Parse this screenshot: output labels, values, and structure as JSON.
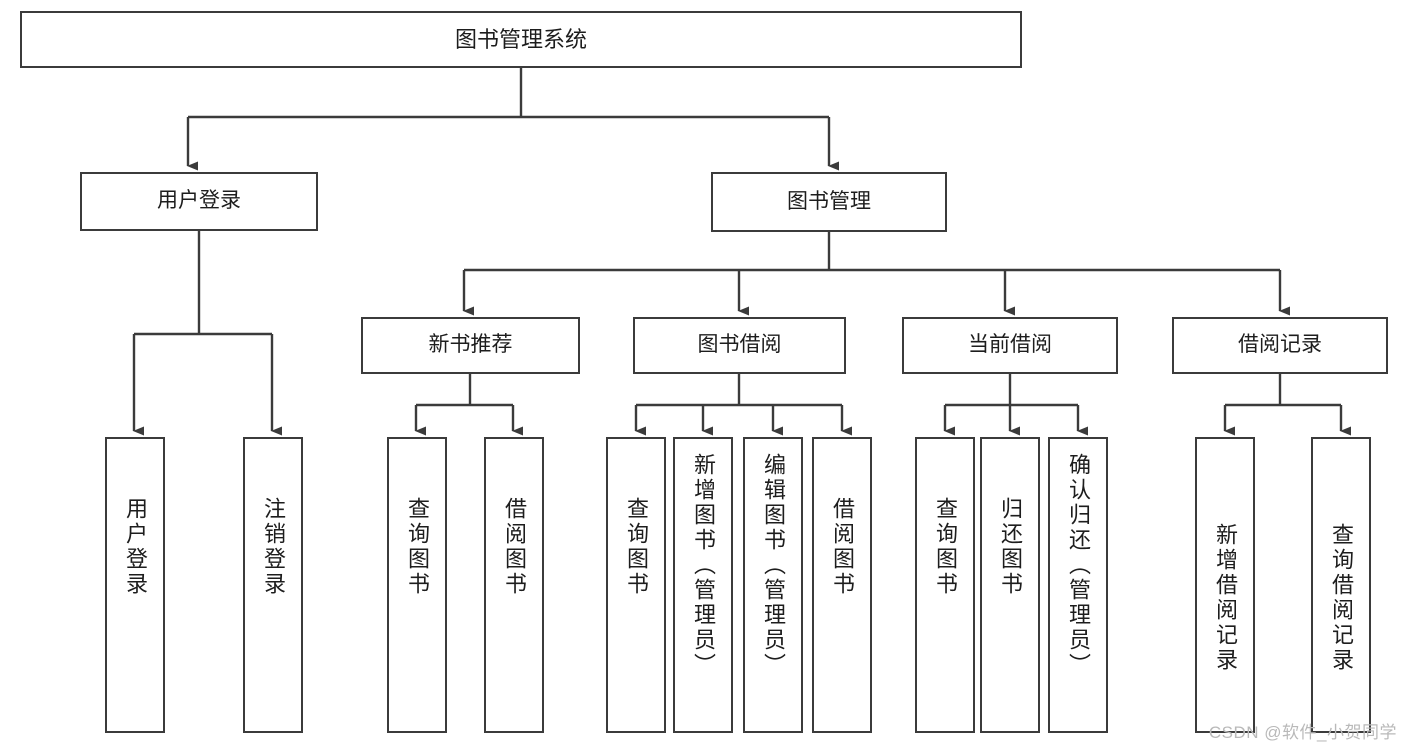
{
  "diagram": {
    "title": "图书管理系统",
    "type": "tree",
    "colors": {
      "background": "#ffffff",
      "node_fill": "#ffffff",
      "node_border": "#3b3b3b",
      "connector": "#3b3b3b",
      "text": "#1d1d1d",
      "watermark": "#b9b9b9"
    },
    "watermark": "CSDN @软件_小贺同学",
    "nodes": {
      "root": {
        "label": "图书管理系统",
        "orientation": "horizontal"
      },
      "level1": [
        {
          "label": "用户登录",
          "orientation": "horizontal"
        },
        {
          "label": "图书管理",
          "orientation": "horizontal"
        }
      ],
      "level2": [
        {
          "label": "新书推荐",
          "orientation": "horizontal",
          "parent": "图书管理"
        },
        {
          "label": "图书借阅",
          "orientation": "horizontal",
          "parent": "图书管理"
        },
        {
          "label": "当前借阅",
          "orientation": "horizontal",
          "parent": "图书管理"
        },
        {
          "label": "借阅记录",
          "orientation": "horizontal",
          "parent": "图书管理"
        }
      ],
      "leaves_user_login": [
        {
          "label": "用户登录",
          "orientation": "vertical"
        },
        {
          "label": "注销登录",
          "orientation": "vertical"
        }
      ],
      "leaves_new_books": [
        {
          "label": "查询图书",
          "orientation": "vertical"
        },
        {
          "label": "借阅图书",
          "orientation": "vertical"
        }
      ],
      "leaves_borrow": [
        {
          "label": "查询图书",
          "orientation": "vertical"
        },
        {
          "label": "新增图书（管理员）",
          "orientation": "vertical"
        },
        {
          "label": "编辑图书（管理员）",
          "orientation": "vertical"
        },
        {
          "label": "借阅图书",
          "orientation": "vertical"
        }
      ],
      "leaves_current": [
        {
          "label": "查询图书",
          "orientation": "vertical"
        },
        {
          "label": "归还图书",
          "orientation": "vertical"
        },
        {
          "label": "确认归还（管理员）",
          "orientation": "vertical"
        }
      ],
      "leaves_records": [
        {
          "label": "新增借阅记录",
          "orientation": "vertical"
        },
        {
          "label": "查询借阅记录",
          "orientation": "vertical"
        }
      ]
    }
  }
}
